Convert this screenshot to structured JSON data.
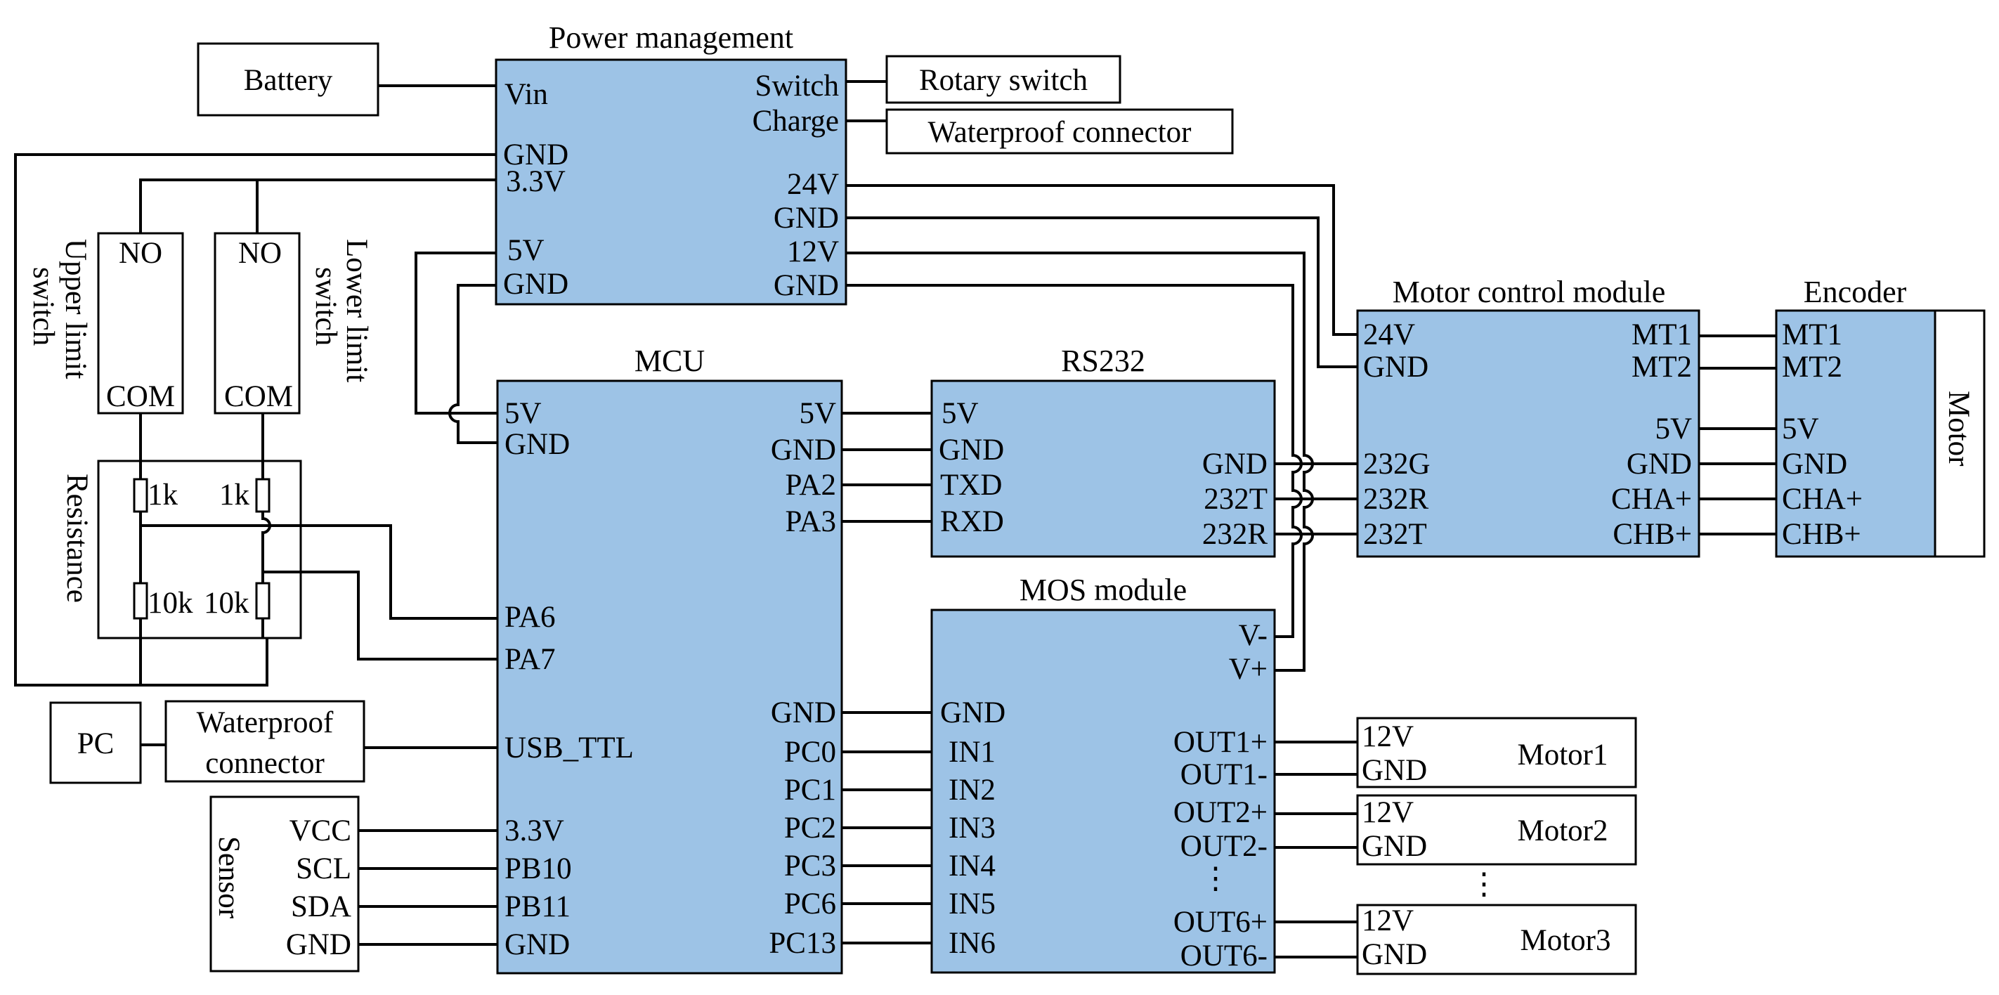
{
  "power": {
    "title": "Power management",
    "vin": "Vin",
    "gnd_a": "GND",
    "v33": "3.3V",
    "v5": "5V",
    "gnd_b": "GND",
    "sw": "Switch",
    "charge": "Charge",
    "v24": "24V",
    "gnd_c": "GND",
    "v12": "12V",
    "gnd_d": "GND"
  },
  "battery": "Battery",
  "rotary_switch": "Rotary switch",
  "waterproof_top": "Waterproof connector",
  "upper_switch": {
    "no": "NO",
    "com": "COM",
    "label_1": "Upper limit",
    "label_2": "switch"
  },
  "lower_switch": {
    "no": "NO",
    "com": "COM",
    "label_1": "Lower limit",
    "label_2": "switch"
  },
  "resistance": {
    "label": "Resistance",
    "r1": "1k",
    "r2": "1k",
    "r3": "10k",
    "r4": "10k"
  },
  "pc": "PC",
  "waterproof_left": {
    "line1": "Waterproof",
    "line2": "connector"
  },
  "sensor": {
    "title": "Sensor",
    "vcc": "VCC",
    "scl": "SCL",
    "sda": "SDA",
    "gnd": "GND"
  },
  "mcu": {
    "title": "MCU",
    "v5": "5V",
    "gnd": "GND",
    "pa6": "PA6",
    "pa7": "PA7",
    "usb": "USB_TTL",
    "v33": "3.3V",
    "pb10": "PB10",
    "pb11": "PB11",
    "gnd2": "GND",
    "r5v": "5V",
    "rgnd": "GND",
    "pa2": "PA2",
    "pa3": "PA3",
    "rgnd2": "GND",
    "pc0": "PC0",
    "pc1": "PC1",
    "pc2": "PC2",
    "pc3": "PC3",
    "pc6": "PC6",
    "pc13": "PC13"
  },
  "rs232": {
    "title": "RS232",
    "v5": "5V",
    "gnd": "GND",
    "txd": "TXD",
    "rxd": "RXD",
    "rgnd": "GND",
    "r232t": "232T",
    "r232r": "232R"
  },
  "mos": {
    "title": "MOS module",
    "gnd": "GND",
    "in1": "IN1",
    "in2": "IN2",
    "in3": "IN3",
    "in4": "IN4",
    "in5": "IN5",
    "in6": "IN6",
    "vm": "V-",
    "vp": "V+",
    "o1p": "OUT1+",
    "o1m": "OUT1-",
    "o2p": "OUT2+",
    "o2m": "OUT2-",
    "dots": "⋮",
    "o6p": "OUT6+",
    "o6m": "OUT6-"
  },
  "motor_ctrl": {
    "title": "Motor control module",
    "v24": "24V",
    "gnd": "GND",
    "g232": "232G",
    "r232": "232R",
    "t232": "232T",
    "mt1": "MT1",
    "mt2": "MT2",
    "v5": "5V",
    "rgnd": "GND",
    "cha": "CHA+",
    "chb": "CHB+"
  },
  "encoder": {
    "title": "Encoder",
    "mt1": "MT1",
    "mt2": "MT2",
    "v5": "5V",
    "gnd": "GND",
    "cha": "CHA+",
    "chb": "CHB+"
  },
  "motor_enc": "Motor",
  "motor1": {
    "v12": "12V",
    "gnd": "GND",
    "name": "Motor1"
  },
  "motor2": {
    "v12": "12V",
    "gnd": "GND",
    "name": "Motor2"
  },
  "motor_dots": "⋮",
  "motor3": {
    "v12": "12V",
    "gnd": "GND",
    "name": "Motor3"
  }
}
